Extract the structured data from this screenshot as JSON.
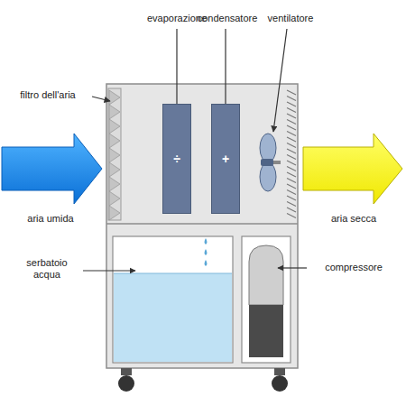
{
  "diagram": {
    "nodes": [
      {
        "text": [
          "÷"
        ]
      },
      {
        "text": [
          "+"
        ]
      }
    ],
    "labels": [
      "evaporazione",
      "condensatore",
      "ventilatore",
      "filtro dell'aria",
      "aria umida",
      "aria secca",
      "serbatoio acqua",
      "compressore"
    ]
  }
}
